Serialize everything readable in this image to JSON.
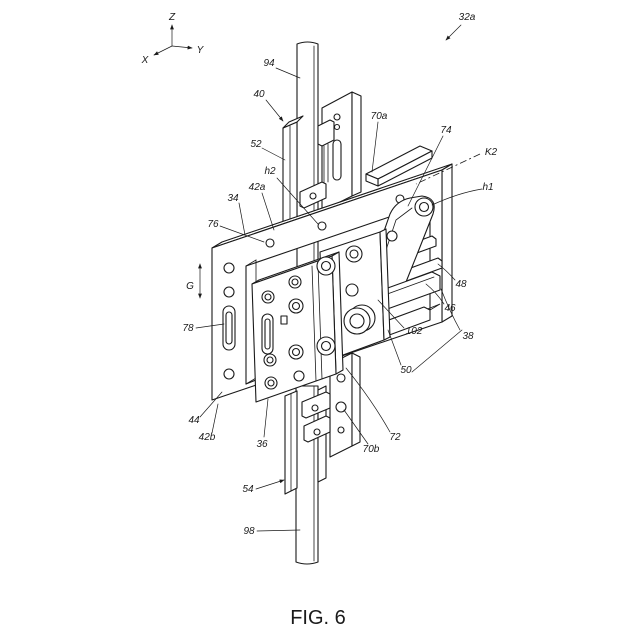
{
  "figure": {
    "caption": "FIG. 6",
    "assembly_ref": "32a"
  },
  "axes": {
    "z": "Z",
    "x": "X",
    "y": "Y"
  },
  "refs": {
    "ref_94": "94",
    "ref_40": "40",
    "ref_52": "52",
    "ref_h2": "h2",
    "ref_42a": "42a",
    "ref_34": "34",
    "ref_76": "76",
    "ref_G": "G",
    "ref_78": "78",
    "ref_44": "44",
    "ref_42b": "42b",
    "ref_36": "36",
    "ref_54": "54",
    "ref_98": "98",
    "ref_70a": "70a",
    "ref_74": "74",
    "ref_K2": "K2",
    "ref_h1": "h1",
    "ref_48": "48",
    "ref_46": "46",
    "ref_38": "38",
    "ref_102": "102",
    "ref_50": "50",
    "ref_72": "72",
    "ref_70b": "70b"
  },
  "colors": {
    "line": "#1a1a1a",
    "background": "#ffffff"
  }
}
